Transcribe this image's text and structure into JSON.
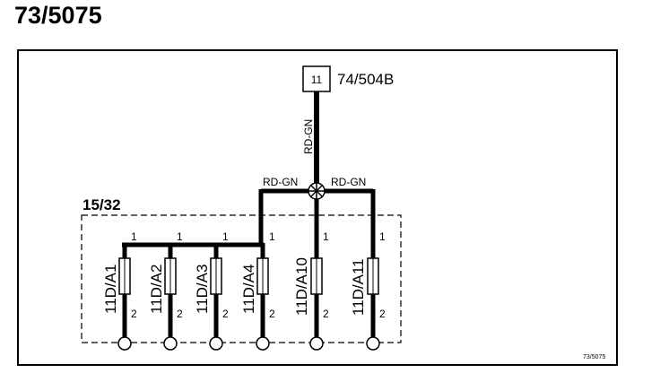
{
  "page_title": "73/5075",
  "connector": {
    "pin": "11",
    "label": "74/504B"
  },
  "wires": {
    "vertical_color": "RD-GN",
    "left_color": "RD-GN",
    "right_color": "RD-GN"
  },
  "fuse_box": {
    "label": "15/32"
  },
  "fuses": [
    {
      "id": "11D/A1",
      "pin_top": "1",
      "pin_bottom": "2"
    },
    {
      "id": "11D/A2",
      "pin_top": "1",
      "pin_bottom": "2"
    },
    {
      "id": "11D/A3",
      "pin_top": "1",
      "pin_bottom": "2"
    },
    {
      "id": "11D/A4",
      "pin_top": "1",
      "pin_bottom": "2"
    },
    {
      "id": "11D/A10",
      "pin_top": "1",
      "pin_bottom": "2"
    },
    {
      "id": "11D/A11",
      "pin_top": "1",
      "pin_bottom": "2"
    }
  ],
  "footer_ref": "73/5075",
  "colors": {
    "line": "#000000",
    "background": "#ffffff"
  },
  "icons": {
    "splice": "splice-node-icon",
    "terminal": "terminal-circle-icon"
  }
}
